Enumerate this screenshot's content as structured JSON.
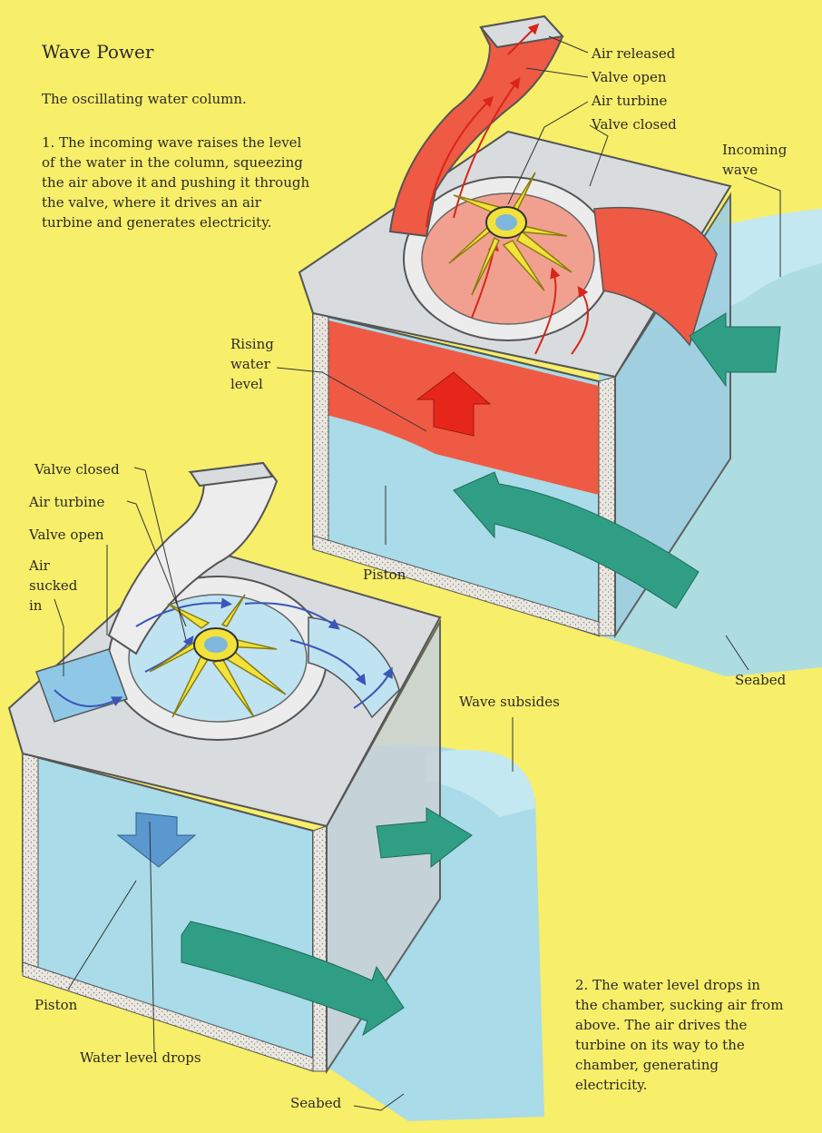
{
  "title": "Wave Power",
  "subtitle": "The oscillating water column.",
  "step1": "1. The incoming wave raises the level of the water in the column, squeezing the air above it and pushing it through the valve, where it drives an air turbine and generates electricity.",
  "step2": "2. The water level drops in the chamber, sucking air from above.  The air drives the turbine on its way to the chamber, generating electricity.",
  "top_labels": {
    "air_released": "Air released",
    "valve_open": "Valve open",
    "air_turbine": "Air turbine",
    "valve_closed": "Valve closed",
    "incoming_wave": "Incoming wave",
    "rising_water_level": "Rising water level",
    "piston": "Piston",
    "seabed": "Seabed"
  },
  "bottom_labels": {
    "valve_closed": "Valve closed",
    "air_turbine": "Air turbine",
    "valve_open": "Valve open",
    "air_sucked_in": "Air sucked in",
    "wave_subsides": "Wave subsides",
    "piston": "Piston",
    "water_level_drops": "Water level drops",
    "seabed": "Seabed"
  },
  "colors": {
    "background": "#f7ee6a",
    "water": "#a9dbe8",
    "compressed_air": "#ef5a44",
    "turbine": "#f2e23a",
    "wave_arrow": "#2f9e84",
    "structure": "#d9dcdf"
  }
}
